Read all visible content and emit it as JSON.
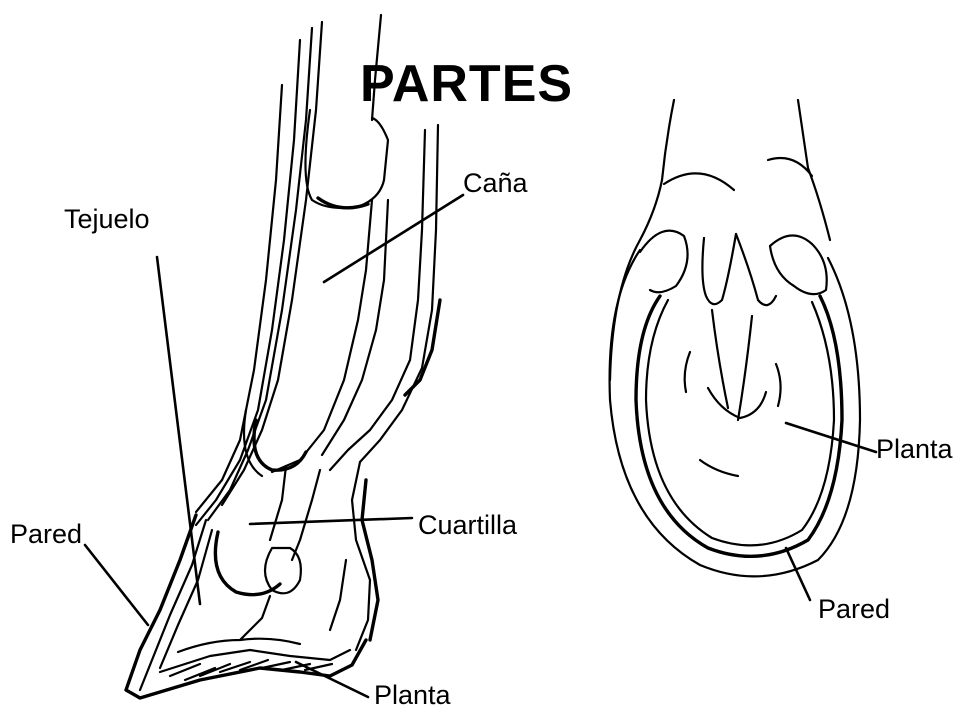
{
  "title": "PARTES",
  "labels": {
    "cana": "Caña",
    "tejuelo": "Tejuelo",
    "pared_left": "Pared",
    "cuartilla": "Cuartilla",
    "planta_left": "Planta",
    "planta_right": "Planta",
    "pared_right": "Pared"
  }
}
